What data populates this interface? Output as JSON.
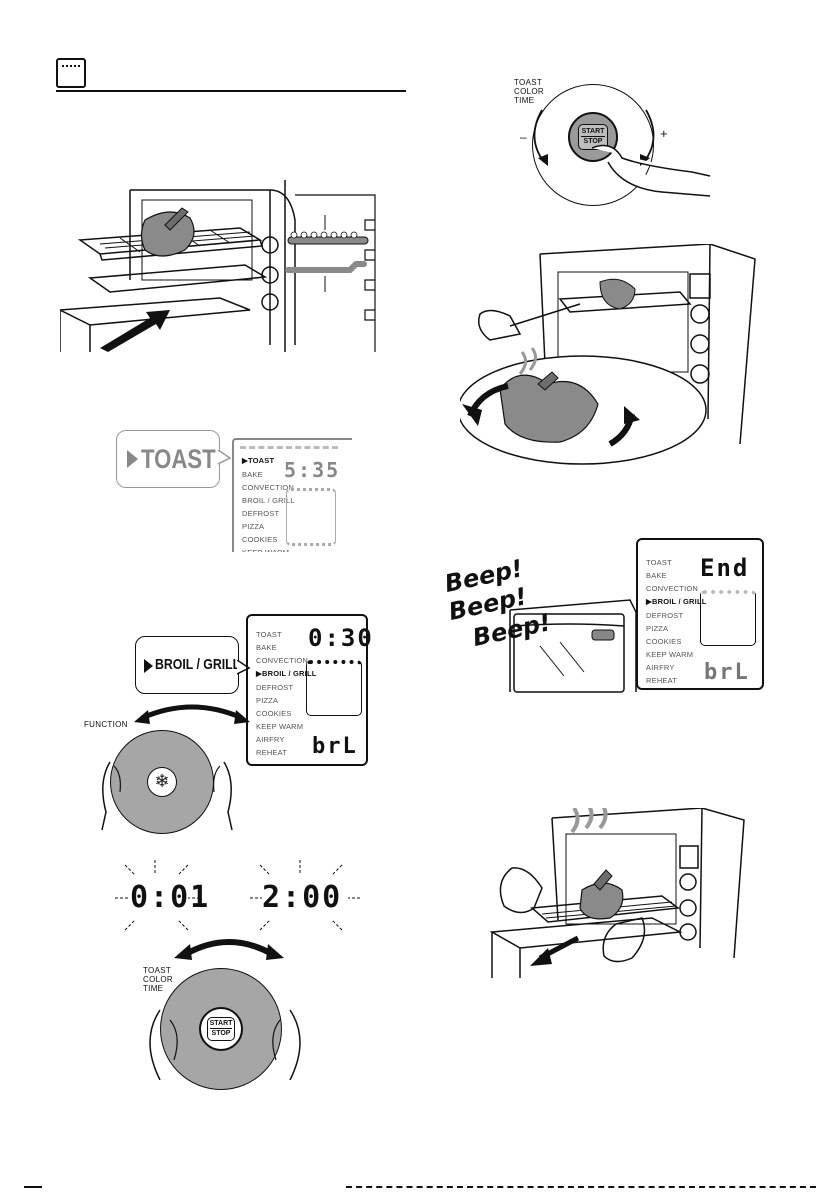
{
  "header": {
    "icon": "oven-icon"
  },
  "toast_label": "TOAST",
  "menu_items": [
    "TOAST",
    "BAKE",
    "CONVECTION",
    "BROIL / GRILL",
    "DEFROST",
    "PIZZA",
    "COOKIES",
    "KEEP WARM",
    "AIRFRY",
    "REHEAT"
  ],
  "panel1": {
    "time": "5:35",
    "selected": "TOAST"
  },
  "panel2": {
    "callout": "BROIL / GRILL",
    "time": "0:30",
    "code": "brL",
    "function_label": "FUNCTION"
  },
  "time_range": {
    "min": "0:01",
    "max": "2:00"
  },
  "dial": {
    "line1": "TOAST",
    "line2": "COLOR",
    "line3": "TIME",
    "start": "START",
    "stop": "STOP",
    "minus": "–",
    "plus": "+"
  },
  "beeps": [
    "Beep!",
    "Beep!",
    "Beep!"
  ],
  "panel3": {
    "end_text": "End",
    "code": "brL"
  }
}
